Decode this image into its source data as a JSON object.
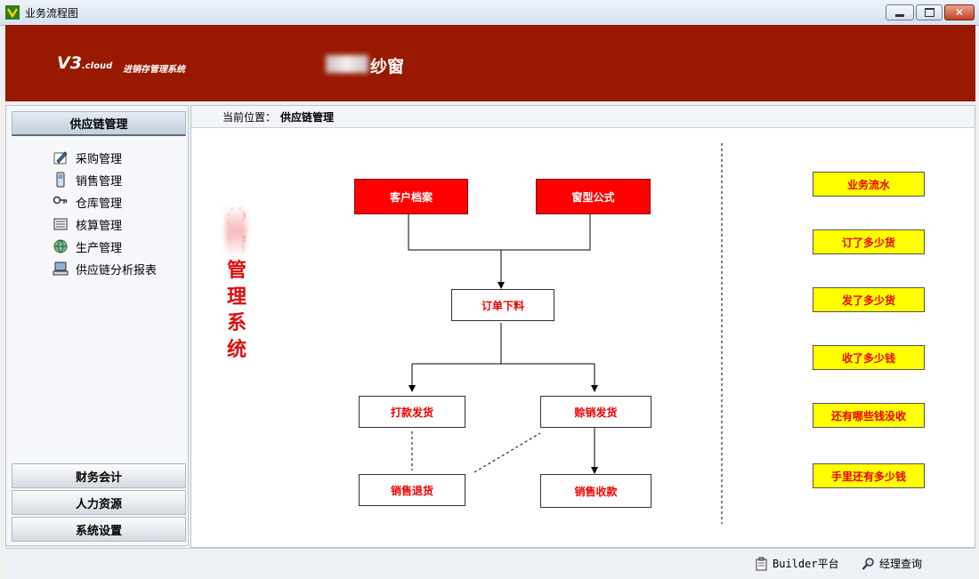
{
  "window": {
    "title": "业务流程图"
  },
  "banner": {
    "brand_main": "V3",
    "brand_cloud": ".cloud",
    "brand_sub": "进销存管理系统",
    "brand_name": "纱窗"
  },
  "sidebar": {
    "active_section": "供应链管理",
    "items": [
      {
        "label": "采购管理",
        "icon": "pencil-icon"
      },
      {
        "label": "销售管理",
        "icon": "phone-icon"
      },
      {
        "label": "仓库管理",
        "icon": "key-icon"
      },
      {
        "label": "核算管理",
        "icon": "ledger-icon"
      },
      {
        "label": "生产管理",
        "icon": "globe-icon"
      },
      {
        "label": "供应链分析报表",
        "icon": "computer-icon"
      }
    ],
    "sections": [
      "财务会计",
      "人力资源",
      "系统设置"
    ]
  },
  "breadcrumb": {
    "label": "当前位置：",
    "value": "供应链管理"
  },
  "vertical_title": [
    "纱",
    "窗",
    "管",
    "理",
    "系",
    "统"
  ],
  "flow": {
    "customer_file": "客户档案",
    "window_formula": "窗型公式",
    "order_cutting": "订单下料",
    "payment_shipping": "打款发货",
    "credit_shipping": "赊销发货",
    "sales_return": "销售退货",
    "sales_collection": "销售收款"
  },
  "quick_links": [
    "业务流水",
    "订了多少货",
    "发了多少货",
    "收了多少钱",
    "还有哪些钱没收",
    "手里还有多少钱"
  ],
  "statusbar": {
    "builder": "Builder平台",
    "manager_query": "经理查询"
  },
  "colors": {
    "banner": "#991800",
    "node_red": "#ff0000",
    "node_yellow": "#ffff00",
    "title_red": "#e10a0a"
  }
}
